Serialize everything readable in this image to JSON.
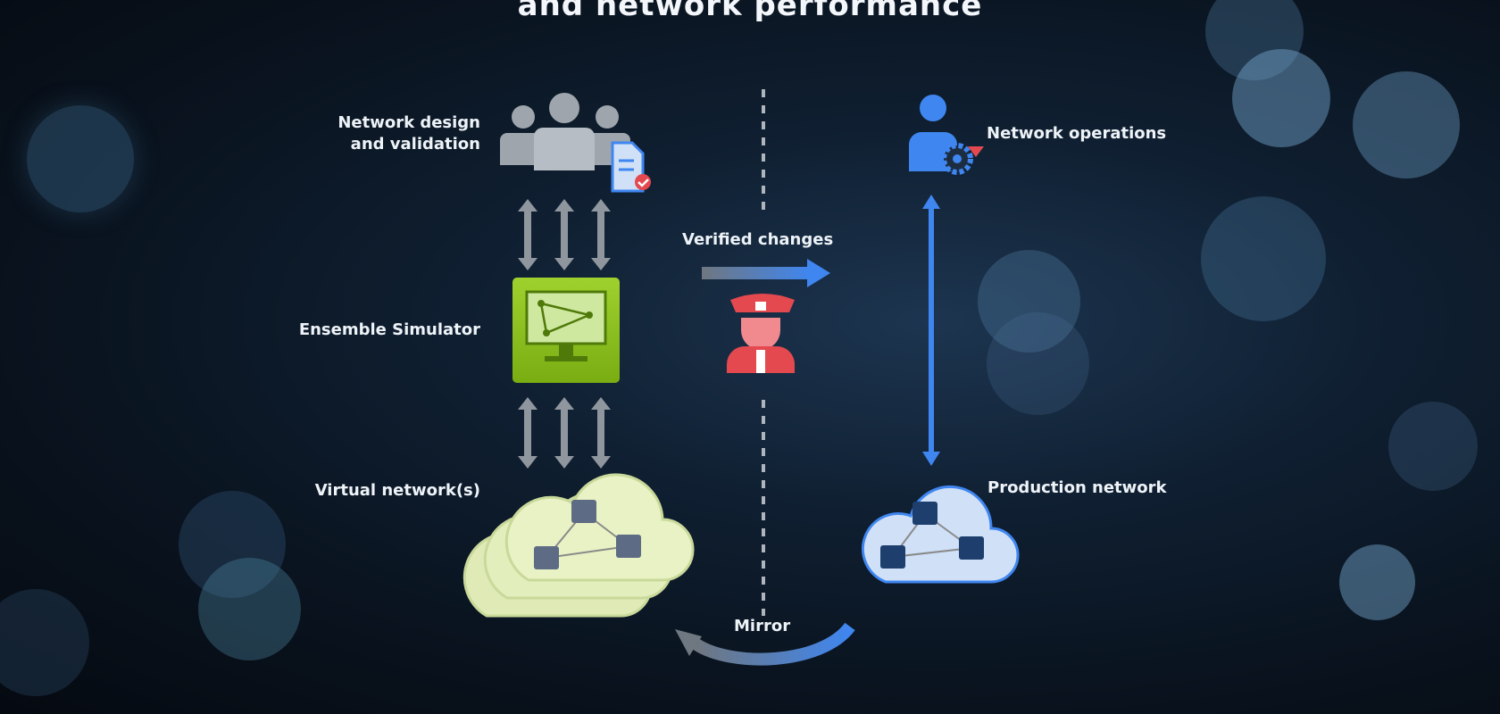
{
  "title": "and network performance",
  "labels": {
    "design": [
      "Network design",
      "and validation"
    ],
    "simulator": "Ensemble Simulator",
    "virtual": "Virtual network(s)",
    "verified": "Verified changes",
    "mirror": "Mirror",
    "operations": "Network operations",
    "production": "Production network"
  },
  "colors": {
    "accent_blue": "#3f86f0",
    "simulator_green": "#8ec21f",
    "guard_red": "#e3494f",
    "virtual_cloud": "#e8f2c4",
    "production_cloud": "#cfe0f7",
    "gray_icon": "#9ea5ad"
  },
  "icons": [
    "team-icon",
    "document-check-icon",
    "monitor-icon",
    "guard-icon",
    "operator-gear-icon",
    "cloud-network-icon"
  ]
}
